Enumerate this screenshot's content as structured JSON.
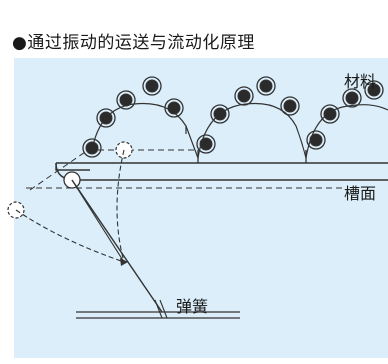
{
  "title": "●通过振动的运送与流动化原理",
  "labels": {
    "material": "材料",
    "trough_surface": "槽面",
    "spring": "弹簧"
  },
  "colors": {
    "panel_bg": "#dbeef9",
    "line": "#333333",
    "particle_fill": "#2b2b2b"
  }
}
